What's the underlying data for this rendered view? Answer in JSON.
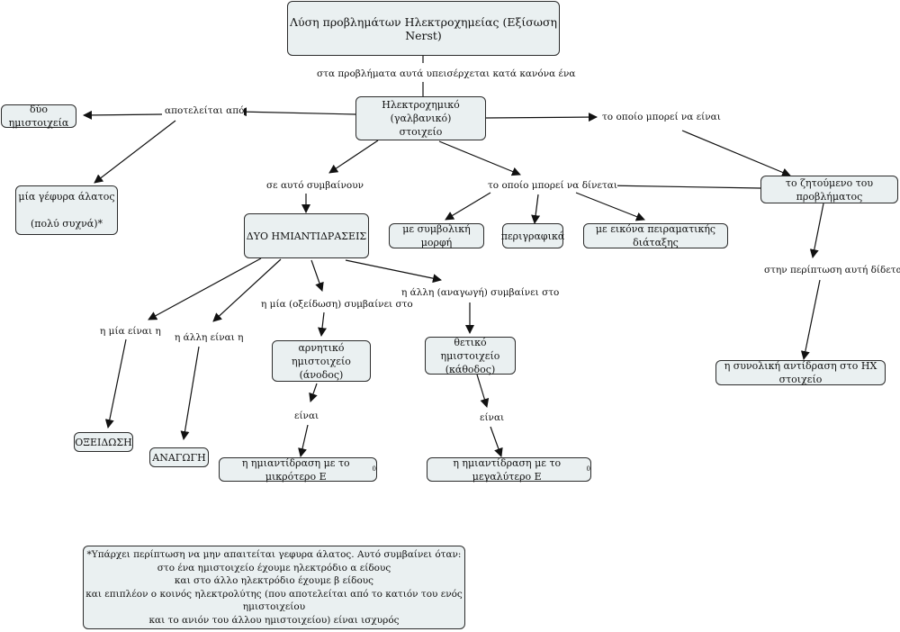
{
  "nodes": {
    "title": "Λύση προβλημάτων  Ηλεκτροχημείας (Εξίσωση Nerst)",
    "cell": "Ηλεκτροχημικό (γαλβανικό)\nστοιχείο",
    "two_half_cells": "δύο ημιστοιχεία",
    "salt_bridge": "μία γέφυρα άλατος\n\n(πολύ συχνά)*",
    "two_half_reactions": "ΔΥΟ ΗΜΙΑΝΤΙΔΡΑΣΕΙΣ",
    "symbolic": "με συμβολική μορφή",
    "descriptive": "περιγραφικά",
    "image": "με εικόνα πειραματικής διάταξης",
    "unknown": "το ζητούμενο του προβλήματος",
    "overall_reaction": "η συνολική αντίδραση στο ΗΧ στοιχείο",
    "negative": "αρνητικό ημιστοιχείο\n(άνοδος)",
    "positive": "θετικό ημιστοιχείο\n(κάθοδος)",
    "oxidation": "ΟΞΕΙΔΩΣΗ",
    "reduction": "ΑΝΑΓΩΓΗ",
    "smaller_e": "η ημιαντίδραση με το μικρότερο  Ε",
    "larger_e": "η ημιαντίδραση με το μεγαλύτερο  Ε",
    "e_sup": "0",
    "note": "*Υπάρχει περίπτωση να μην απαιτείται γεφυρα άλατος. Αυτό συμβαίνει όταν:\nστο ένα ημιστοιχείο έχουμε ηλεκτρόδιο α είδους\nκαι στο άλλο ηλεκτρόδιο έχουμε β είδους\nκαι επιπλέον ο κοινός ηλεκτρολύτης (που αποτελείται από το κατιόν του ενός ημιστοιχείου\nκαι το ανιόν του άλλου ημιστοιχείου) είναι ισχυρός"
  },
  "links": {
    "enters": "στα προβλήματα αυτά υπεισέρχεται κατά κανόνα ένα",
    "consists": "αποτελείται από",
    "can_be": "το οποίο μπορεί να είναι",
    "happen": "σε αυτό συμβαίνουν",
    "given": "το οποίο μπορεί να δίνεται",
    "case_given": "στην περίπτωση αυτή δίδεται",
    "one_is": "η μία είναι η",
    "other_is": "η άλλη είναι η",
    "one_ox": "η μία (οξείδωση) συμβαίνει στο",
    "other_red": "η άλλη (αναγωγή) συμβαίνει στο",
    "is1": "είναι",
    "is2": "είναι"
  }
}
